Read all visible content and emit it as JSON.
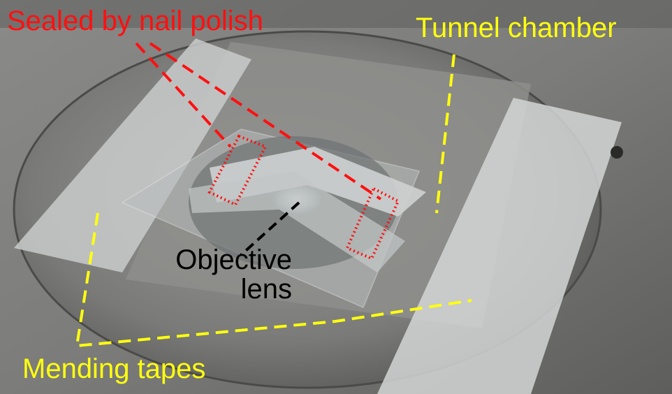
{
  "annotations": {
    "sealed": "Sealed by nail polish",
    "tunnel": "Tunnel chamber",
    "objective_line1": "Objective",
    "objective_line2": "lens",
    "mending": "Mending tapes"
  },
  "colors": {
    "sealed": "#ff1010",
    "tunnel_and_tapes": "#ffff10",
    "objective": "#000000"
  }
}
